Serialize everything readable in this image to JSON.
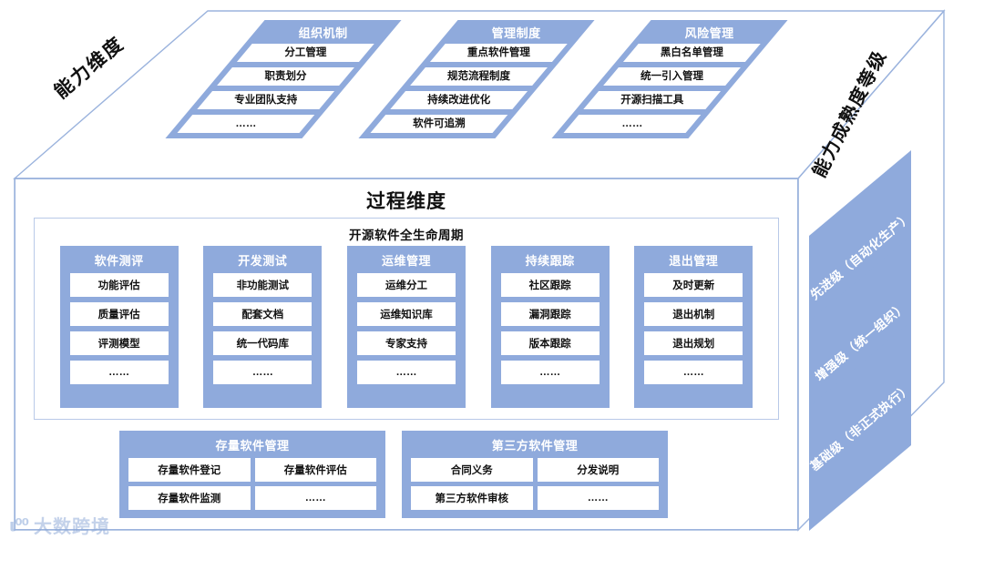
{
  "diagram": {
    "capability_dimension": {
      "label": "能力维度",
      "columns": [
        {
          "title": "组织机制",
          "items": [
            "分工管理",
            "职责划分",
            "专业团队支持",
            "……"
          ]
        },
        {
          "title": "管理制度",
          "items": [
            "重点软件管理",
            "规范流程制度",
            "持续改进优化",
            "软件可追溯"
          ]
        },
        {
          "title": "风险管理",
          "items": [
            "黑白名单管理",
            "统一引入管理",
            "开源扫描工具",
            "……"
          ]
        }
      ]
    },
    "process_dimension": {
      "title": "过程维度",
      "lifecycle": {
        "title": "开源软件全生命周期",
        "columns": [
          {
            "title": "软件测评",
            "items": [
              "功能评估",
              "质量评估",
              "评测模型",
              "……"
            ]
          },
          {
            "title": "开发测试",
            "items": [
              "非功能测试",
              "配套文档",
              "统一代码库",
              "……"
            ]
          },
          {
            "title": "运维管理",
            "items": [
              "运维分工",
              "运维知识库",
              "专家支持",
              "……"
            ]
          },
          {
            "title": "持续跟踪",
            "items": [
              "社区跟踪",
              "漏洞跟踪",
              "版本跟踪",
              "……"
            ]
          },
          {
            "title": "退出管理",
            "items": [
              "及时更新",
              "退出机制",
              "退出规划",
              "……"
            ]
          }
        ]
      },
      "groups": [
        {
          "title": "存量软件管理",
          "cells": [
            "存量软件登记",
            "存量软件评估",
            "存量软件监测",
            "……"
          ]
        },
        {
          "title": "第三方软件管理",
          "cells": [
            "合同义务",
            "分发说明",
            "第三方软件审核",
            "……"
          ]
        }
      ]
    },
    "maturity_dimension": {
      "label": "能力成熟度等级",
      "levels": [
        "先进级（自动化生产）",
        "增强级（统一组织）",
        "基础级（非正式执行）"
      ]
    },
    "watermark": {
      "mark": "ι⁰⁰",
      "text": "大数跨境"
    },
    "colors": {
      "accent_blue": "#8FAADC",
      "outline_blue": "#9bb3dd",
      "panel_border": "#b9c9e8",
      "text_dark": "#111111",
      "text_light": "#ffffff"
    }
  }
}
